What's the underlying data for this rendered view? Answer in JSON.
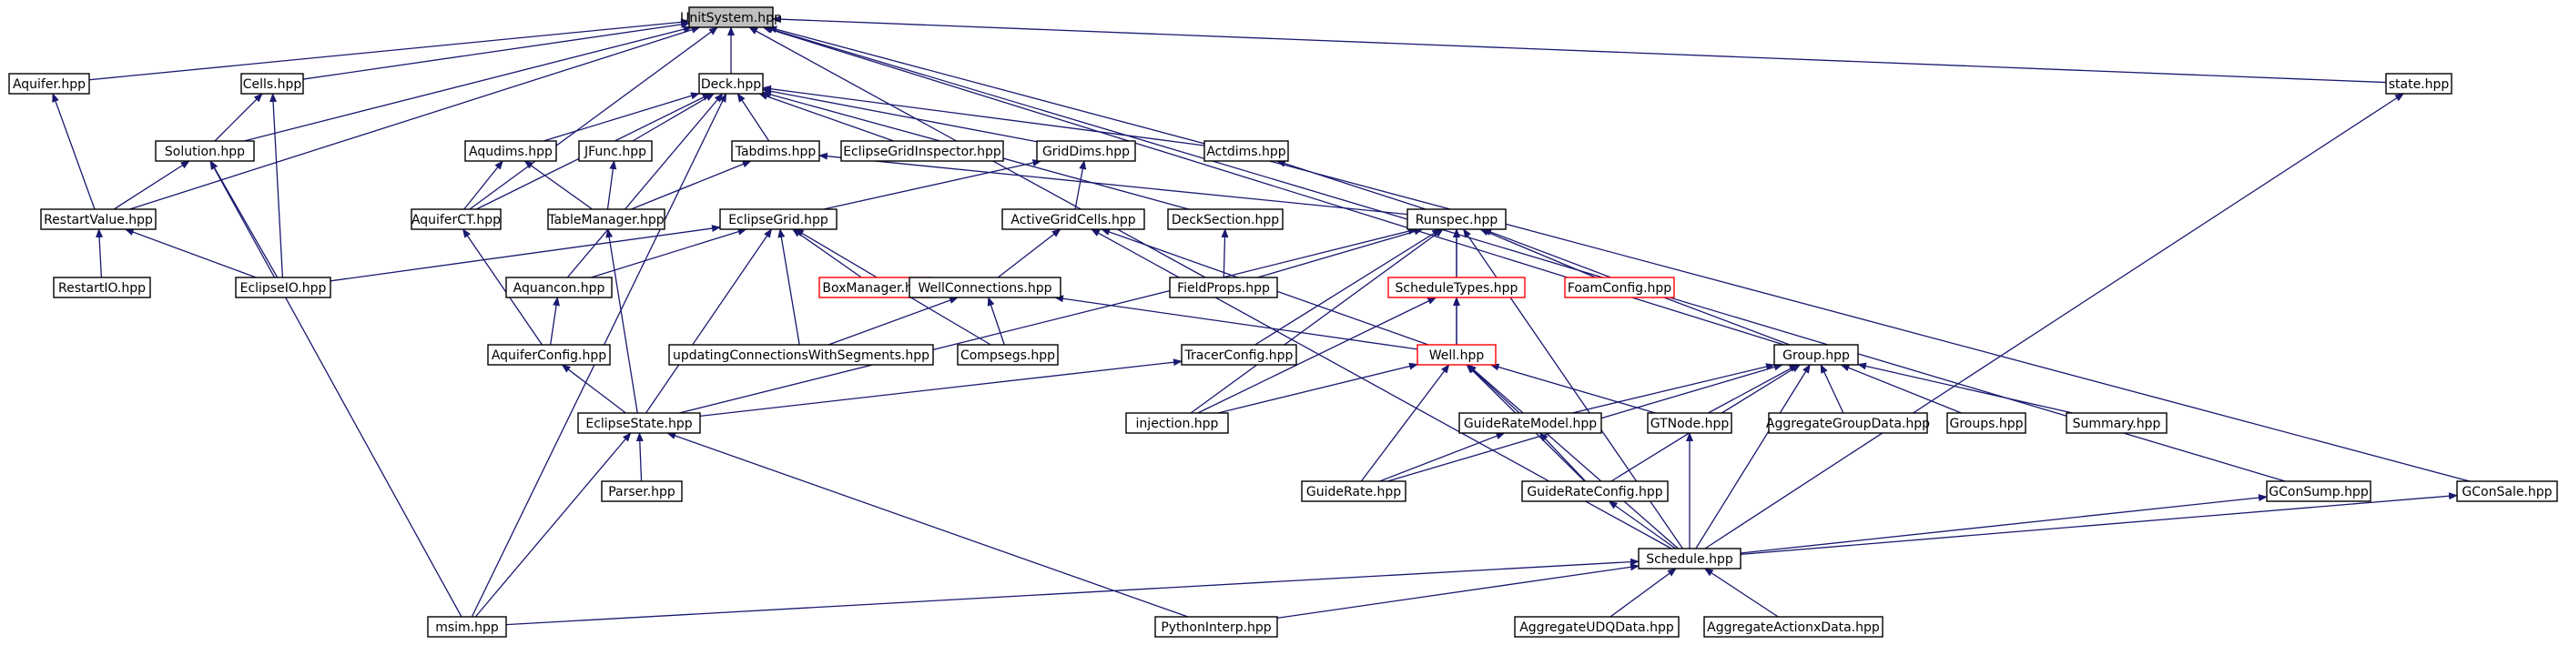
{
  "colors": {
    "edge": "#191970",
    "border": "#000000",
    "border_undocumented": "#ff0000",
    "root_fill": "#bfbfbf",
    "fill": "#ffffff",
    "text": "#000000"
  },
  "nodes": [
    {
      "id": "UnitSystem",
      "label": "UnitSystem.hpp",
      "root": true
    },
    {
      "id": "Aquifer",
      "label": "Aquifer.hpp"
    },
    {
      "id": "Cells",
      "label": "Cells.hpp"
    },
    {
      "id": "Deck",
      "label": "Deck.hpp"
    },
    {
      "id": "state",
      "label": "state.hpp"
    },
    {
      "id": "Solution",
      "label": "Solution.hpp"
    },
    {
      "id": "Aqudims",
      "label": "Aqudims.hpp"
    },
    {
      "id": "JFunc",
      "label": "JFunc.hpp"
    },
    {
      "id": "Tabdims",
      "label": "Tabdims.hpp"
    },
    {
      "id": "EclipseGridInspector",
      "label": "EclipseGridInspector.hpp"
    },
    {
      "id": "GridDims",
      "label": "GridDims.hpp"
    },
    {
      "id": "Actdims",
      "label": "Actdims.hpp"
    },
    {
      "id": "RestartValue",
      "label": "RestartValue.hpp"
    },
    {
      "id": "AquiferCT",
      "label": "AquiferCT.hpp"
    },
    {
      "id": "TableManager",
      "label": "TableManager.hpp"
    },
    {
      "id": "EclipseGrid",
      "label": "EclipseGrid.hpp"
    },
    {
      "id": "ActiveGridCells",
      "label": "ActiveGridCells.hpp"
    },
    {
      "id": "DeckSection",
      "label": "DeckSection.hpp"
    },
    {
      "id": "Runspec",
      "label": "Runspec.hpp"
    },
    {
      "id": "RestartIO",
      "label": "RestartIO.hpp"
    },
    {
      "id": "EclipseIO",
      "label": "EclipseIO.hpp"
    },
    {
      "id": "Aquancon",
      "label": "Aquancon.hpp"
    },
    {
      "id": "BoxManager",
      "label": "BoxManager.hpp",
      "undocumented": true
    },
    {
      "id": "WellConnections",
      "label": "WellConnections.hpp"
    },
    {
      "id": "FieldProps",
      "label": "FieldProps.hpp"
    },
    {
      "id": "ScheduleTypes",
      "label": "ScheduleTypes.hpp",
      "undocumented": true
    },
    {
      "id": "FoamConfig",
      "label": "FoamConfig.hpp",
      "undocumented": true
    },
    {
      "id": "AquiferConfig",
      "label": "AquiferConfig.hpp"
    },
    {
      "id": "updatingConnections",
      "label": "updatingConnectionsWithSegments.hpp"
    },
    {
      "id": "Compsegs",
      "label": "Compsegs.hpp"
    },
    {
      "id": "TracerConfig",
      "label": "TracerConfig.hpp"
    },
    {
      "id": "Well",
      "label": "Well.hpp",
      "undocumented": true
    },
    {
      "id": "Group",
      "label": "Group.hpp"
    },
    {
      "id": "EclipseState",
      "label": "EclipseState.hpp"
    },
    {
      "id": "injection",
      "label": "injection.hpp"
    },
    {
      "id": "GuideRateModel",
      "label": "GuideRateModel.hpp"
    },
    {
      "id": "GTNode",
      "label": "GTNode.hpp"
    },
    {
      "id": "AggregateGroupData",
      "label": "AggregateGroupData.hpp"
    },
    {
      "id": "Groups",
      "label": "Groups.hpp"
    },
    {
      "id": "Summary",
      "label": "Summary.hpp"
    },
    {
      "id": "Parser",
      "label": "Parser.hpp"
    },
    {
      "id": "GuideRate",
      "label": "GuideRate.hpp"
    },
    {
      "id": "GuideRateConfig",
      "label": "GuideRateConfig.hpp"
    },
    {
      "id": "GConSump",
      "label": "GConSump.hpp"
    },
    {
      "id": "GConSale",
      "label": "GConSale.hpp"
    },
    {
      "id": "Schedule",
      "label": "Schedule.hpp"
    },
    {
      "id": "msim",
      "label": "msim.hpp"
    },
    {
      "id": "PythonInterp",
      "label": "PythonInterp.hpp"
    },
    {
      "id": "AggregateUDQData",
      "label": "AggregateUDQData.hpp"
    },
    {
      "id": "AggregateActionxData",
      "label": "AggregateActionxData.hpp"
    }
  ],
  "edges": [
    [
      "Aquifer",
      "UnitSystem"
    ],
    [
      "Cells",
      "UnitSystem"
    ],
    [
      "Deck",
      "UnitSystem"
    ],
    [
      "Solution",
      "UnitSystem"
    ],
    [
      "RestartValue",
      "UnitSystem"
    ],
    [
      "AquiferCT",
      "UnitSystem"
    ],
    [
      "FieldProps",
      "UnitSystem"
    ],
    [
      "Group",
      "UnitSystem"
    ],
    [
      "state",
      "UnitSystem"
    ],
    [
      "GConSump",
      "UnitSystem"
    ],
    [
      "GConSale",
      "UnitSystem"
    ],
    [
      "RestartValue",
      "Aquifer"
    ],
    [
      "Solution",
      "Cells"
    ],
    [
      "EclipseIO",
      "Cells"
    ],
    [
      "Aqudims",
      "Deck"
    ],
    [
      "JFunc",
      "Deck"
    ],
    [
      "Tabdims",
      "Deck"
    ],
    [
      "EclipseGridInspector",
      "Deck"
    ],
    [
      "GridDims",
      "Deck"
    ],
    [
      "Actdims",
      "Deck"
    ],
    [
      "AquiferCT",
      "Deck"
    ],
    [
      "DeckSection",
      "Deck"
    ],
    [
      "Aquancon",
      "Deck"
    ],
    [
      "msim",
      "Deck"
    ],
    [
      "Schedule",
      "state"
    ],
    [
      "RestartValue",
      "Solution"
    ],
    [
      "EclipseIO",
      "Solution"
    ],
    [
      "msim",
      "Solution"
    ],
    [
      "AquiferCT",
      "Aqudims"
    ],
    [
      "TableManager",
      "Aqudims"
    ],
    [
      "TableManager",
      "JFunc"
    ],
    [
      "TableManager",
      "Tabdims"
    ],
    [
      "Runspec",
      "Tabdims"
    ],
    [
      "EclipseGrid",
      "GridDims"
    ],
    [
      "ActiveGridCells",
      "GridDims"
    ],
    [
      "Runspec",
      "Actdims"
    ],
    [
      "RestartIO",
      "RestartValue"
    ],
    [
      "EclipseIO",
      "RestartValue"
    ],
    [
      "AquiferConfig",
      "AquiferCT"
    ],
    [
      "EclipseState",
      "TableManager"
    ],
    [
      "EclipseIO",
      "EclipseGrid"
    ],
    [
      "Aquancon",
      "EclipseGrid"
    ],
    [
      "BoxManager",
      "EclipseGrid"
    ],
    [
      "updatingConnections",
      "EclipseGrid"
    ],
    [
      "Compsegs",
      "EclipseGrid"
    ],
    [
      "EclipseState",
      "EclipseGrid"
    ],
    [
      "WellConnections",
      "ActiveGridCells"
    ],
    [
      "Well",
      "ActiveGridCells"
    ],
    [
      "Schedule",
      "ActiveGridCells"
    ],
    [
      "FieldProps",
      "DeckSection"
    ],
    [
      "FieldProps",
      "Runspec"
    ],
    [
      "ScheduleTypes",
      "Runspec"
    ],
    [
      "FoamConfig",
      "Runspec"
    ],
    [
      "TracerConfig",
      "Runspec"
    ],
    [
      "Well",
      "Runspec"
    ],
    [
      "Group",
      "Runspec"
    ],
    [
      "EclipseState",
      "Runspec"
    ],
    [
      "injection",
      "Runspec"
    ],
    [
      "Schedule",
      "Runspec"
    ],
    [
      "AquiferConfig",
      "Aquancon"
    ],
    [
      "updatingConnections",
      "WellConnections"
    ],
    [
      "Compsegs",
      "WellConnections"
    ],
    [
      "Well",
      "WellConnections"
    ],
    [
      "Well",
      "ScheduleTypes"
    ],
    [
      "injection",
      "ScheduleTypes"
    ],
    [
      "EclipseState",
      "AquiferConfig"
    ],
    [
      "EclipseState",
      "TracerConfig"
    ],
    [
      "injection",
      "Well"
    ],
    [
      "GuideRateModel",
      "Well"
    ],
    [
      "GTNode",
      "Well"
    ],
    [
      "GuideRate",
      "Well"
    ],
    [
      "GuideRateConfig",
      "Well"
    ],
    [
      "Schedule",
      "Well"
    ],
    [
      "GuideRateModel",
      "Group"
    ],
    [
      "GTNode",
      "Group"
    ],
    [
      "AggregateGroupData",
      "Group"
    ],
    [
      "Groups",
      "Group"
    ],
    [
      "Summary",
      "Group"
    ],
    [
      "GuideRate",
      "Group"
    ],
    [
      "GuideRateConfig",
      "Group"
    ],
    [
      "Schedule",
      "Group"
    ],
    [
      "Parser",
      "EclipseState"
    ],
    [
      "msim",
      "EclipseState"
    ],
    [
      "PythonInterp",
      "EclipseState"
    ],
    [
      "GuideRate",
      "GuideRateModel"
    ],
    [
      "GuideRateConfig",
      "GuideRateModel"
    ],
    [
      "Schedule",
      "GTNode"
    ],
    [
      "Schedule",
      "GuideRateConfig"
    ],
    [
      "Schedule",
      "GConSump"
    ],
    [
      "Schedule",
      "GConSale"
    ],
    [
      "msim",
      "Schedule"
    ],
    [
      "PythonInterp",
      "Schedule"
    ],
    [
      "AggregateUDQData",
      "Schedule"
    ],
    [
      "AggregateActionxData",
      "Schedule"
    ]
  ]
}
